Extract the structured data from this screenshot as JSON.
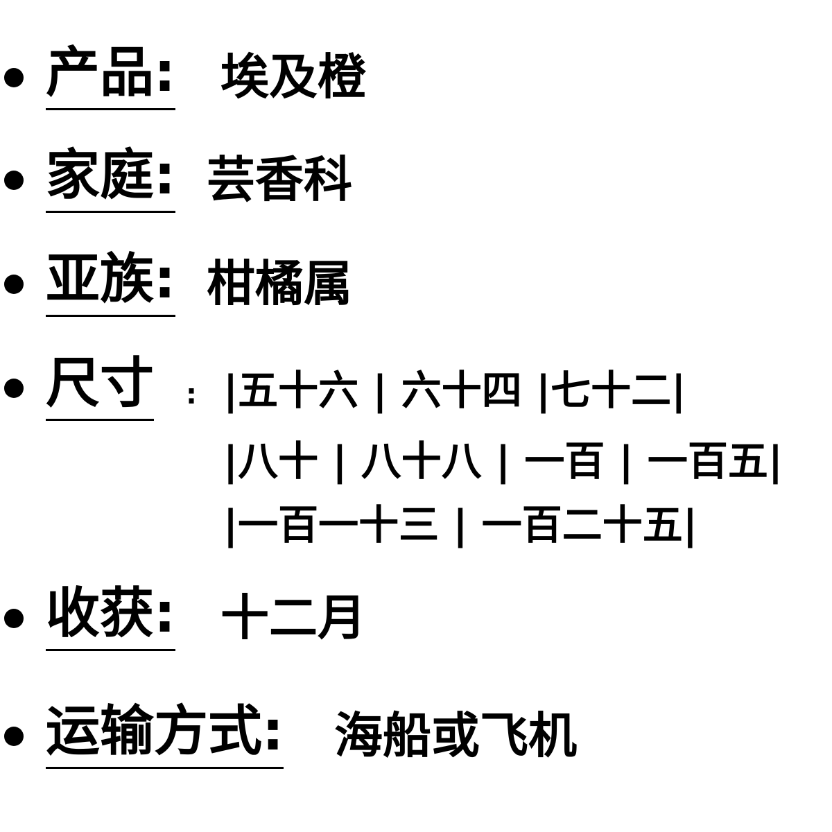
{
  "rows": {
    "product": {
      "label": "产品:",
      "value": "埃及橙"
    },
    "family": {
      "label": "家庭:",
      "value": "芸香科"
    },
    "subtribe": {
      "label": "亚族:",
      "value": "柑橘属"
    },
    "size": {
      "label": "尺寸",
      "colon": ":",
      "lines": [
        "|五十六 | 六十四 |七十二|",
        "|八十 | 八十八 | 一百 | 一百五|",
        "|一百一十三 | 一百二十五|"
      ]
    },
    "harvest": {
      "label": "收获:",
      "value": "十二月"
    },
    "shipping": {
      "label": "运输方式:",
      "value": "海船或飞机"
    }
  }
}
